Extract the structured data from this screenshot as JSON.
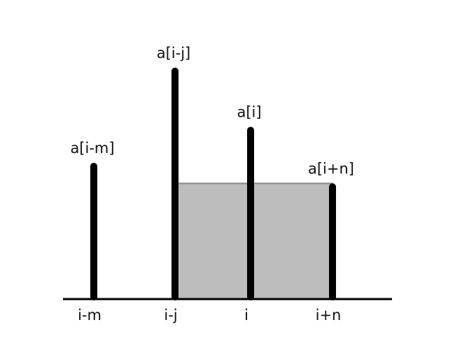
{
  "bars": [
    {
      "id": "i-m",
      "label": "a[i-m]",
      "height": 0.53
    },
    {
      "id": "i-j",
      "label": "a[i-j]",
      "height": 0.9
    },
    {
      "id": "i",
      "label": "a[i]",
      "height": 0.67
    },
    {
      "id": "i+n",
      "label": "a[i+n]",
      "height": 0.45
    }
  ],
  "x_labels": [
    "i-m",
    "i-j",
    "i",
    "i+n"
  ],
  "region": {
    "from": "i-j",
    "to": "i+n",
    "height": 0.45
  },
  "colors": {
    "bar": "#000000",
    "region_fill": "#bdbdbd",
    "region_stroke": "#8a8a8a",
    "axis": "#000000"
  }
}
